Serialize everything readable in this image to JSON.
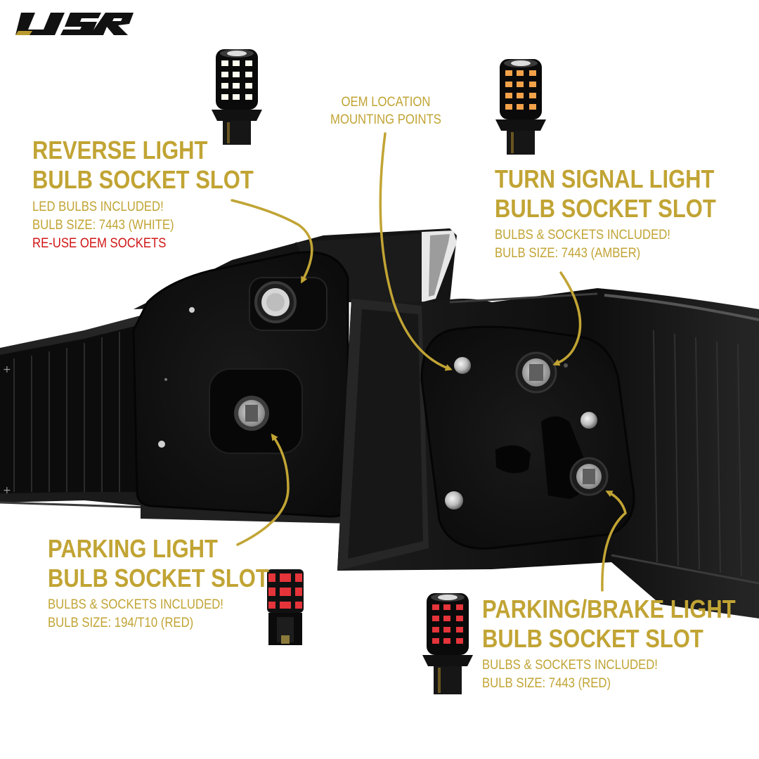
{
  "brand": {
    "logo_text": "USR"
  },
  "colors": {
    "accent_gold": "#C1A434",
    "warning_red": "#D01515",
    "housing_dark": "#161616",
    "gasket_black": "#0b0b0b"
  },
  "callouts": {
    "oem": {
      "line1": "OEM LOCATION",
      "line2": "MOUNTING POINTS"
    },
    "reverse": {
      "title1": "REVERSE LIGHT",
      "title2": "BULB SOCKET SLOT",
      "line1": "LED BULBS INCLUDED!",
      "line2": "BULB SIZE:  7443 (WHITE)",
      "line3": "RE-USE OEM SOCKETS"
    },
    "turn": {
      "title1": "TURN SIGNAL LIGHT",
      "title2": "BULB SOCKET SLOT",
      "line1": "BULBS & SOCKETS INCLUDED!",
      "line2": "BULB SIZE: 7443 (AMBER)"
    },
    "parking": {
      "title1": "PARKING LIGHT",
      "title2": "BULB SOCKET SLOT",
      "line1": "BULBS & SOCKETS INCLUDED!",
      "line2": "BULB SIZE: 194/T10 (RED)"
    },
    "brake": {
      "title1": "PARKING/BRAKE LIGHT",
      "title2": "BULB SOCKET SLOT",
      "line1": "BULBS & SOCKETS INCLUDED!",
      "line2": "BULB SIZE: 7443 (RED)"
    }
  },
  "bulbs": [
    {
      "id": "reverse-bulb",
      "led_color": "white"
    },
    {
      "id": "turn-bulb",
      "led_color": "amber"
    },
    {
      "id": "parking-bulb",
      "led_color": "red"
    },
    {
      "id": "brake-bulb",
      "led_color": "red"
    }
  ]
}
